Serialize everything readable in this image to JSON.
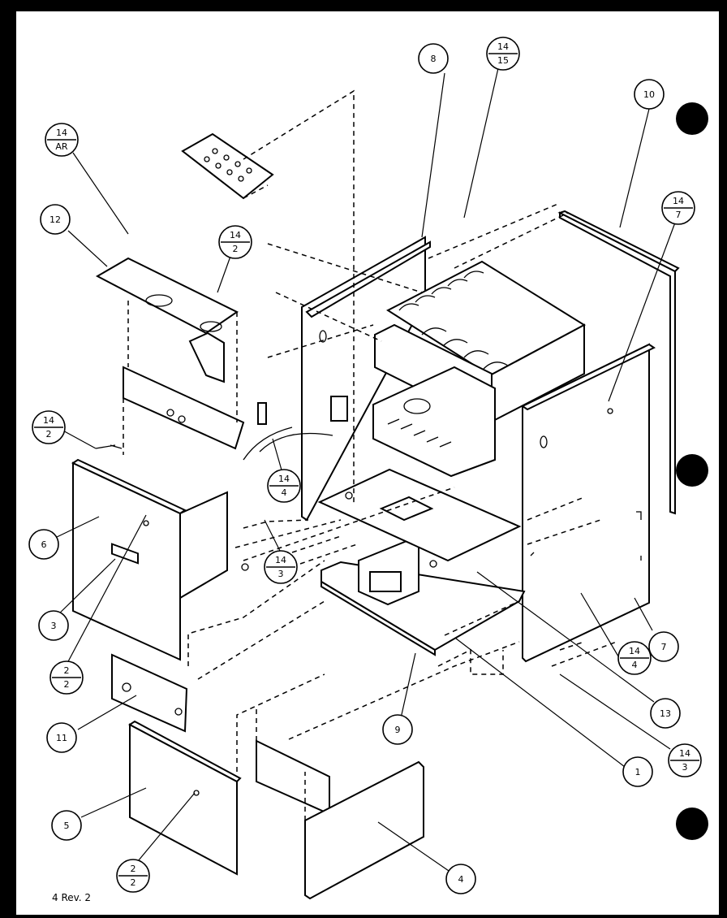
{
  "callouts": [
    {
      "id": "c1",
      "label": "1",
      "top": "",
      "bottom": ""
    },
    {
      "id": "c3",
      "label": "3",
      "top": "",
      "bottom": ""
    },
    {
      "id": "c4",
      "label": "4",
      "top": "",
      "bottom": ""
    },
    {
      "id": "c5",
      "label": "5",
      "top": "",
      "bottom": ""
    },
    {
      "id": "c6",
      "label": "6",
      "top": "",
      "bottom": ""
    },
    {
      "id": "c7",
      "label": "7",
      "top": "",
      "bottom": ""
    },
    {
      "id": "c8",
      "label": "8",
      "top": "",
      "bottom": ""
    },
    {
      "id": "c9",
      "label": "9",
      "top": "",
      "bottom": ""
    },
    {
      "id": "c10",
      "label": "10",
      "top": "",
      "bottom": ""
    },
    {
      "id": "c11",
      "label": "11",
      "top": "",
      "bottom": ""
    },
    {
      "id": "c12",
      "label": "12",
      "top": "",
      "bottom": ""
    },
    {
      "id": "c13",
      "label": "13",
      "top": "",
      "bottom": ""
    },
    {
      "id": "ref-14-ar",
      "label": "",
      "top": "14",
      "bottom": "AR"
    },
    {
      "id": "ref-14-15",
      "label": "",
      "top": "14",
      "bottom": "15"
    },
    {
      "id": "ref-14-7",
      "label": "",
      "top": "14",
      "bottom": "7"
    },
    {
      "id": "ref-14-2-top",
      "label": "",
      "top": "14",
      "bottom": "2"
    },
    {
      "id": "ref-14-2-left",
      "label": "",
      "top": "14",
      "bottom": "2"
    },
    {
      "id": "ref-14-4-mid",
      "label": "",
      "top": "14",
      "bottom": "4"
    },
    {
      "id": "ref-14-3-mid",
      "label": "",
      "top": "14",
      "bottom": "3"
    },
    {
      "id": "ref-14-4-right",
      "label": "",
      "top": "14",
      "bottom": "4"
    },
    {
      "id": "ref-14-3-right",
      "label": "",
      "top": "14",
      "bottom": "3"
    },
    {
      "id": "ref-2-2-a",
      "label": "",
      "top": "2",
      "bottom": "2"
    },
    {
      "id": "ref-2-2-b",
      "label": "",
      "top": "2",
      "bottom": "2"
    }
  ],
  "footer": {
    "revision": "4 Rev. 2"
  }
}
